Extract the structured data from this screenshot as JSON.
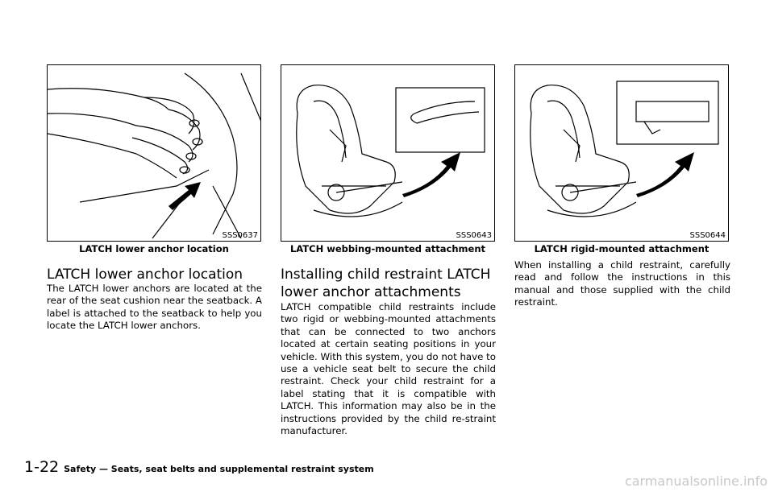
{
  "figures": [
    {
      "code": "SSS0637",
      "caption": "LATCH lower anchor location"
    },
    {
      "code": "SSS0643",
      "caption": "LATCH webbing-mounted attachment"
    },
    {
      "code": "SSS0644",
      "caption": "LATCH rigid-mounted attachment"
    }
  ],
  "sections": {
    "lower_anchor": {
      "heading": "LATCH lower anchor location",
      "body": "The LATCH lower anchors are located at the rear of the seat cushion near the seatback. A label is attached to the seatback to help you locate the LATCH lower anchors."
    },
    "installing": {
      "heading": "Installing child restraint LATCH lower anchor attachments",
      "body": "LATCH compatible child restraints include two rigid or webbing-mounted attachments that can be connected to two anchors located at certain seating positions in your vehicle. With this system, you do not have to use a vehicle seat belt to secure the child restraint. Check your child restraint for a label stating that it is compatible with LATCH. This information may also be in the instructions provided by the child re-straint manufacturer."
    },
    "instructions": {
      "body": "When installing a child restraint, carefully read and follow the instructions in this manual and those supplied with the child restraint."
    }
  },
  "footer": {
    "page_number": "1-22",
    "title": "Safety — Seats, seat belts and supplemental restraint system"
  },
  "watermark": "carmanualsonline.info"
}
